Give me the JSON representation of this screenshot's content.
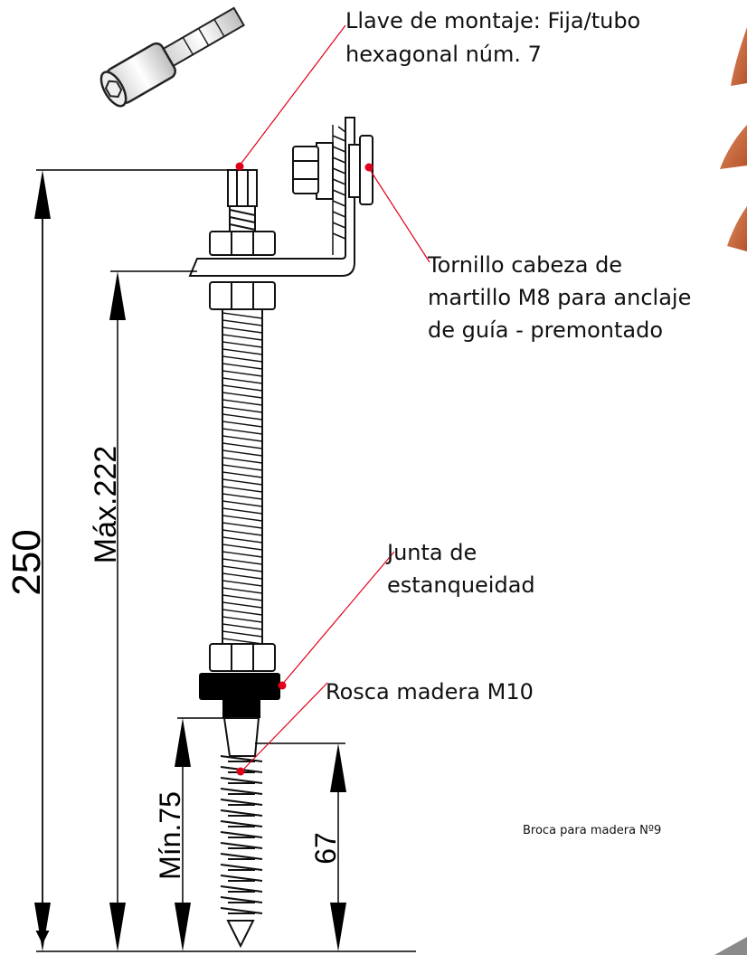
{
  "callouts": {
    "tool": {
      "lines": [
        "Llave de montaje: Fija/tubo",
        "hexagonal núm. 7"
      ]
    },
    "hammer_bolt": {
      "lines": [
        "Tornillo cabeza de",
        "martillo M8 para anclaje",
        "de guía - premontado"
      ]
    },
    "seal": {
      "lines": [
        "Junta de",
        "estanqueidad"
      ]
    },
    "wood_thread": {
      "lines": [
        "Rosca madera M10"
      ]
    },
    "drill": {
      "text": "Broca para madera Nº9"
    }
  },
  "dimensions": {
    "total": "250",
    "max_length": "Máx.222",
    "min_depth": "Mín.75",
    "thread_length": "67"
  },
  "colors": {
    "leader_line": "#e0001a",
    "leader_dot": "#e0001a",
    "tile": "#c8643c",
    "seal": "#000000"
  }
}
